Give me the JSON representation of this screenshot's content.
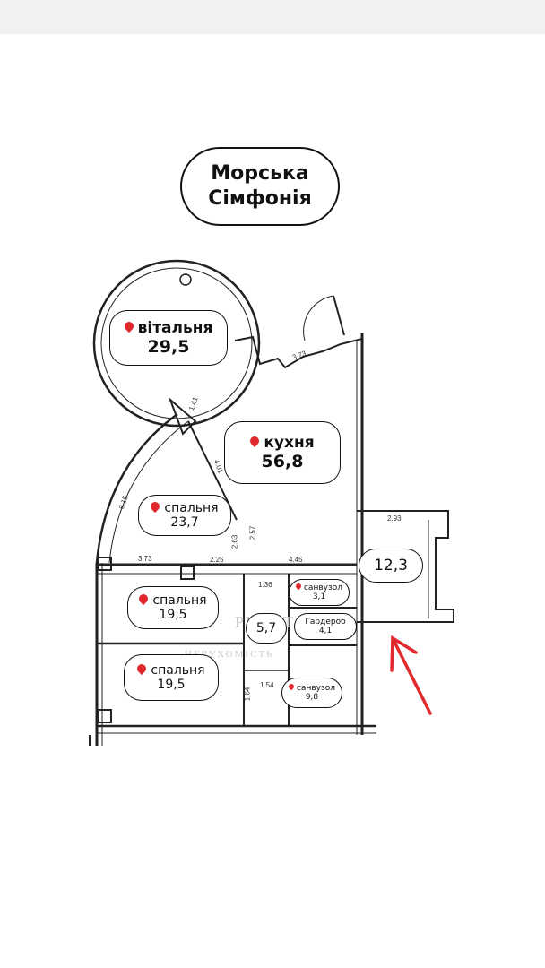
{
  "title": {
    "line1": "Морська",
    "line2": "Сімфонія"
  },
  "rooms": {
    "vitalnia": {
      "name": "вітальня",
      "area": "29,5"
    },
    "kukhnia": {
      "name": "кухня",
      "area": "56,8"
    },
    "spalnia1": {
      "name": "спальня",
      "area": "23,7"
    },
    "spalnia2": {
      "name": "спальня",
      "area": "19,5"
    },
    "spalnia3": {
      "name": "спальня",
      "area": "19,5"
    },
    "sanvuzol1": {
      "name": "санвузол",
      "area": "3,1"
    },
    "sanvuzol2": {
      "name": "санвузол",
      "area": "9,8"
    },
    "garderob": {
      "name": "Гардероб",
      "area": "4,1"
    },
    "hall": {
      "area": "5,7"
    },
    "room12": {
      "area": "12,3"
    }
  },
  "dimensions": [
    "3.73",
    "2.25",
    "4.45",
    "2.93",
    "2.63",
    "2.57",
    "1.36",
    "1.41",
    "6.15",
    "4.01",
    "1.54",
    "1.64",
    "3.73"
  ],
  "watermark": {
    "line1": "РИЕЛТ",
    "line2": "НЕРУХОМІСТЬ"
  },
  "colors": {
    "pin": "#e0282d",
    "arrow": "#e0282d",
    "walls": "#222222"
  },
  "icons": {
    "pin": "map-pin-icon",
    "arrow": "arrow-icon"
  }
}
